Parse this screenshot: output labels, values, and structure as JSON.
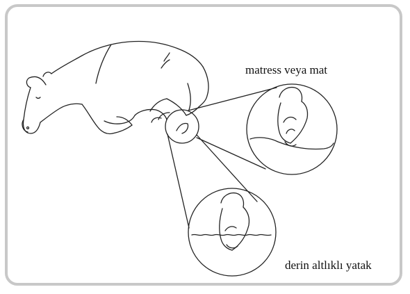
{
  "labels": {
    "top": "matress veya mat",
    "bottom": "derin altlıklı yatak"
  },
  "colors": {
    "frame_border": "#c8c8c8",
    "line_art": "#222222"
  },
  "icons": {
    "animal": "cow-lying-down-illustration",
    "detail_top": "knee-on-mattress-detail",
    "detail_bottom": "knee-on-deep-bedding-detail"
  }
}
